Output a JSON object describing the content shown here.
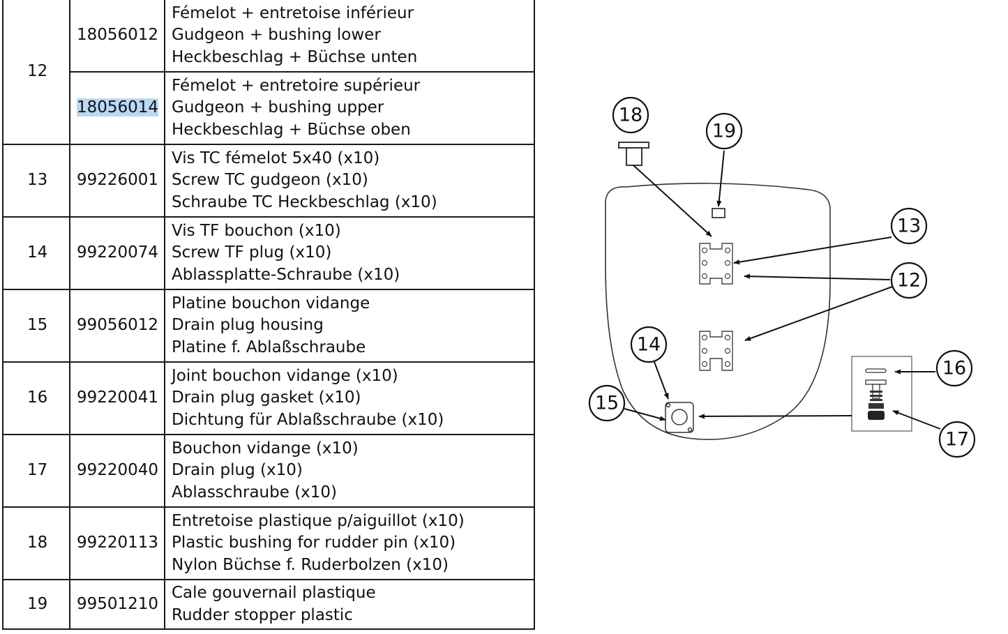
{
  "table": {
    "rows": [
      {
        "num": "12",
        "ref": "18056012",
        "lines": [
          "Fémelot + entretoise inférieur",
          "Gudgeon + bushing lower",
          "Heckbeschlag + Büchse unten"
        ]
      },
      {
        "num": "",
        "ref": "18056014",
        "lines": [
          "Fémelot + entretoire supérieur",
          "Gudgeon + bushing upper",
          "Heckbeschlag + Büchse oben"
        ]
      },
      {
        "num": "13",
        "ref": "99226001",
        "lines": [
          "Vis TC fémelot 5x40 (x10)",
          "Screw TC gudgeon (x10)",
          "Schraube TC Heckbeschlag (x10)"
        ]
      },
      {
        "num": "14",
        "ref": "99220074",
        "lines": [
          "Vis TF bouchon (x10)",
          "Screw TF plug (x10)",
          "Ablassplatte-Schraube (x10)"
        ]
      },
      {
        "num": "15",
        "ref": "99056012",
        "lines": [
          "Platine bouchon vidange",
          "Drain plug housing",
          "Platine f. Ablaßschraube"
        ]
      },
      {
        "num": "16",
        "ref": "99220041",
        "lines": [
          "Joint bouchon vidange (x10)",
          "Drain plug gasket (x10)",
          "Dichtung für Ablaßschraube (x10)"
        ]
      },
      {
        "num": "17",
        "ref": "99220040",
        "lines": [
          "Bouchon vidange (x10)",
          "Drain plug (x10)",
          "Ablasschraube (x10)"
        ]
      },
      {
        "num": "18",
        "ref": "99220113",
        "lines": [
          "Entretoise plastique p/aiguillot (x10)",
          "Plastic bushing for rudder pin (x10)",
          "Nylon Büchse f. Ruderbolzen (x10)"
        ]
      },
      {
        "num": "19",
        "ref": "99501210",
        "lines": [
          "Cale gouvernail plastique",
          "Rudder stopper plastic"
        ]
      }
    ]
  },
  "diagram": {
    "callouts": {
      "c18": "18",
      "c19": "19",
      "c13": "13",
      "c12": "12",
      "c14": "14",
      "c15": "15",
      "c16": "16",
      "c17": "17"
    }
  }
}
